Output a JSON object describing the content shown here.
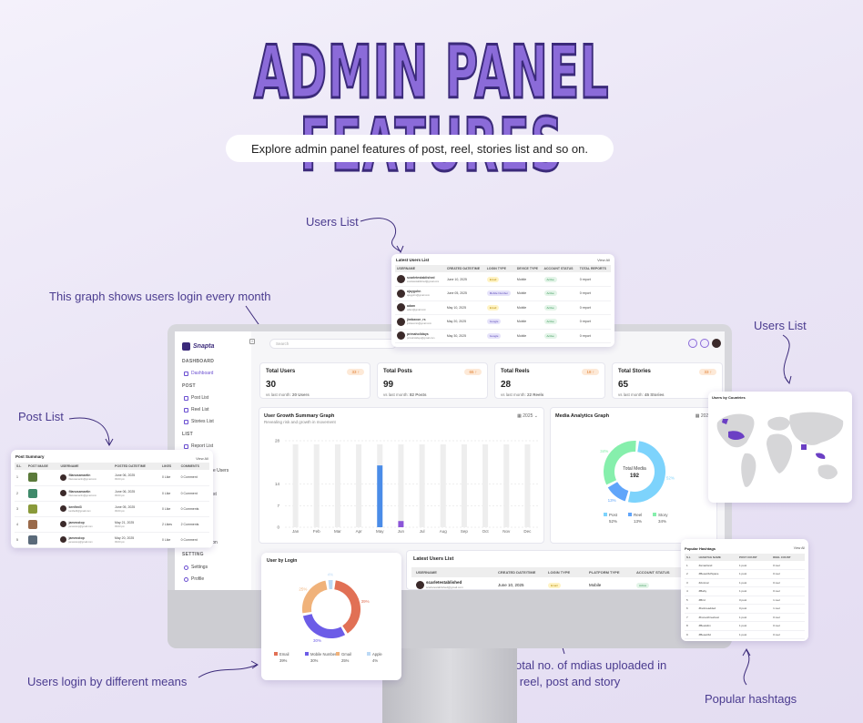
{
  "hero": {
    "title": "ADMIN PANEL FEATURES",
    "subtitle": "Explore admin panel features of post, reel, stories list and so on."
  },
  "annotations": {
    "users_list_top": "Users List",
    "login_graph": "This graph shows users login every month",
    "users_list_right": "Users List",
    "post_list": "Post List",
    "login_means": "Users login by different means",
    "media_total": "Shows total no. of mdias uploaded in reel, post and story",
    "hashtags": "Popular hashtags"
  },
  "app": {
    "logo": "Snapta",
    "search_placeholder": "Search",
    "sidebar": {
      "sections": [
        {
          "title": "DASHBOARD",
          "items": [
            "Dashboard"
          ]
        },
        {
          "title": "POST",
          "items": [
            "Post List",
            "Reel List",
            "Stories List"
          ]
        },
        {
          "title": "LIST",
          "items": []
        },
        {
          "title": "SETTING",
          "items": [
            "Settings",
            "Profile"
          ]
        }
      ],
      "partial": [
        "Report List",
        "e Users",
        "st",
        "ption"
      ]
    },
    "stats": [
      {
        "title": "Total Users",
        "value": "30",
        "pill": "33 ↑",
        "sub_label": "vs last month:",
        "sub_value": "20 Users"
      },
      {
        "title": "Total Posts",
        "value": "99",
        "pill": "65 ↑",
        "sub_label": "vs last month:",
        "sub_value": "82 Posts"
      },
      {
        "title": "Total Reels",
        "value": "28",
        "pill": "18 ↑",
        "sub_label": "vs last month:",
        "sub_value": "22 Reels"
      },
      {
        "title": "Total Stories",
        "value": "65",
        "pill": "33 ↑",
        "sub_label": "vs last month:",
        "sub_value": "45 Stories"
      }
    ],
    "growth": {
      "title": "User Growth Summary Graph",
      "subtitle": "Revealing risk and growth in movement",
      "year": "2025"
    },
    "media": {
      "title": "Media Analytics Graph",
      "year": "2025",
      "center_label": "Total Media",
      "center_value": "192"
    },
    "latest_users_main": {
      "title": "Latest Users List",
      "columns": [
        "USERNAME",
        "CREATED DATE/TIME",
        "LOGIN TYPE",
        "PLATFORM TYPE",
        "ACCOUNT STATUS",
        "TO"
      ],
      "row": {
        "username": "scarletestablished",
        "email": "scarletestablished@gmail.com",
        "date": "June 10, 2025",
        "login": "Email",
        "platform": "Mobile",
        "status": "Active",
        "to": "0 r"
      }
    }
  },
  "chart_data": [
    {
      "type": "bar",
      "title": "User Growth Summary Graph",
      "categories": [
        "Jan",
        "Feb",
        "Mar",
        "Apr",
        "May",
        "Jun",
        "Jul",
        "Aug",
        "Sep",
        "Oct",
        "Nov",
        "Dec"
      ],
      "series": [
        {
          "values": [
            0,
            0,
            0,
            0,
            20,
            2,
            0,
            0,
            0,
            0,
            0,
            0
          ]
        }
      ],
      "yticks": [
        0,
        7,
        14,
        28
      ],
      "ylim": [
        0,
        28
      ],
      "colors": {
        "bar": "#4a8ce8",
        "bar2": "#8b55d8",
        "track": "#eeeeee"
      }
    },
    {
      "type": "pie",
      "title": "Media Analytics Graph",
      "labels": [
        "Post",
        "Reel",
        "Story"
      ],
      "values": [
        52,
        13,
        34
      ],
      "display": [
        "52%",
        "13%",
        "34%"
      ],
      "colors": [
        "#7dd3fc",
        "#60a5fa",
        "#86efac"
      ]
    },
    {
      "type": "pie",
      "title": "User by Login",
      "labels": [
        "Email",
        "Mobile Number",
        "Gmail",
        "Apple"
      ],
      "values": [
        39,
        30,
        25,
        4
      ],
      "display": [
        "39%",
        "30%",
        "25%",
        "4%"
      ],
      "colors": [
        "#e17055",
        "#6c5ce7",
        "#f0b27a",
        "#bcd9f5"
      ]
    }
  ],
  "latest_users_card": {
    "title": "Latest Users List",
    "view_all": "View All",
    "columns": [
      "USERNAME",
      "CREATED DATE/TIME",
      "LOGIN TYPE",
      "DEVICE TYPE",
      "ACCOUNT STATUS",
      "TOTAL REPORTS"
    ],
    "rows": [
      {
        "name": "scarletestablished",
        "email": "scarletestablished@gmail.com",
        "date": "June 10, 2025",
        "login": "Email",
        "login_c": "y",
        "device": "Mobile",
        "status": "Active",
        "reports": "0 report"
      },
      {
        "name": "ajaygohn",
        "email": "ajaygohn@gmail.com",
        "date": "June 05, 2025",
        "login": "Mobile Number",
        "login_c": "p",
        "device": "Mobile",
        "status": "Active",
        "reports": "0 report"
      },
      {
        "name": "adam",
        "email": "adam@gmail.com",
        "date": "May 10, 2025",
        "login": "Email",
        "login_c": "y",
        "device": "Mobile",
        "status": "Active",
        "reports": "0 report"
      },
      {
        "name": "jimbaxon_rs",
        "email": "jimbaxonrs@gmail.com",
        "date": "May 20, 2025",
        "login": "Google",
        "login_c": "p",
        "device": "Mobile",
        "status": "Active",
        "reports": "0 report"
      },
      {
        "name": "primaholidays",
        "email": "primaholidays@gmail.com",
        "date": "May 30, 2025",
        "login": "Google",
        "login_c": "p",
        "device": "Mobile",
        "status": "Active",
        "reports": "0 report"
      }
    ]
  },
  "post_summary": {
    "title": "Post Summary",
    "view_all": "View All",
    "columns": [
      "S.L",
      "POST IMAGE",
      "USERNAME",
      "POSTED DATE/TIME",
      "LIKES",
      "COMMENTS"
    ],
    "rows": [
      {
        "sl": "1",
        "name": "filanosamartin",
        "email": "filanosamartin@gmail.com",
        "date": "June 06, 2025",
        "time": "09:00 pm",
        "likes": "0 Like",
        "comments": "0 Comment",
        "color": "#5b7a3a"
      },
      {
        "sl": "2",
        "name": "filanosamartin",
        "email": "filanosamartin@gmail.com",
        "date": "June 06, 2025",
        "time": "09:00 pm",
        "likes": "0 Like",
        "comments": "0 Comment",
        "color": "#3f8a6a"
      },
      {
        "sl": "3",
        "name": "kenfied3",
        "email": "kenfied3@gmail.com",
        "date": "June 05, 2025",
        "time": "09:00 pm",
        "likes": "0 Like",
        "comments": "0 Comments",
        "color": "#8a9a3a"
      },
      {
        "sl": "4",
        "name": "jamesstop",
        "email": "jamesstop@gmail.com",
        "date": "May 21, 2025",
        "time": "09:00 pm",
        "likes": "2 Likes",
        "comments": "2 Comments",
        "color": "#9a6a4a"
      },
      {
        "sl": "5",
        "name": "jamesstop",
        "email": "jamesstop@gmail.com",
        "date": "May 20, 2025",
        "time": "09:00 pm",
        "likes": "0 Like",
        "comments": "0 Comment",
        "color": "#5a6a7a"
      }
    ]
  },
  "countries": {
    "title": "Users by Countries"
  },
  "login_card": {
    "title": "User by Login"
  },
  "hashtags": {
    "title": "Popular Hashtags",
    "view_all": "View All",
    "columns": [
      "S.L",
      "HASHTAG NAME",
      "POST COUNT",
      "REEL COUNT"
    ],
    "rows": [
      {
        "sl": "1",
        "name": "#amaziand",
        "post": "1 post",
        "reel": "0 reel"
      },
      {
        "sl": "2",
        "name": "#BeautifulSpace",
        "post": "1 post",
        "reel": "0 reel"
      },
      {
        "sl": "3",
        "name": "#Animal",
        "post": "1 post",
        "reel": "0 reel"
      },
      {
        "sl": "4",
        "name": "#Baby",
        "post": "1 post",
        "reel": "0 reel"
      },
      {
        "sl": "5",
        "name": "#Bird",
        "post": "0 post",
        "reel": "1 reel"
      },
      {
        "sl": "6",
        "name": "#beforeadded",
        "post": "0 post",
        "reel": "1 reel"
      },
      {
        "sl": "7",
        "name": "#bonesthreebest",
        "post": "1 post",
        "reel": "0 reel"
      },
      {
        "sl": "8",
        "name": "#Beatslim",
        "post": "1 post",
        "reel": "0 reel"
      },
      {
        "sl": "9",
        "name": "#Beautiful",
        "post": "1 post",
        "reel": "0 reel"
      }
    ]
  }
}
